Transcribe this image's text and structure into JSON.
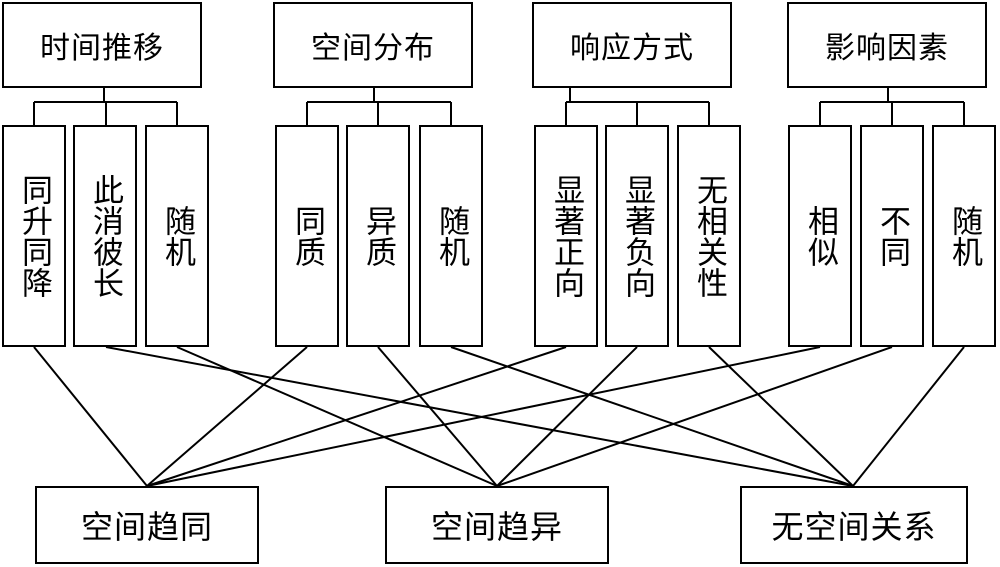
{
  "categories": [
    {
      "title": "时间推移",
      "items": [
        "同升同降",
        "此消彼长",
        "随机"
      ]
    },
    {
      "title": "空间分布",
      "items": [
        "同质",
        "异质",
        "随机"
      ]
    },
    {
      "title": "响应方式",
      "items": [
        "显著正向",
        "显著负向",
        "无相关性"
      ]
    },
    {
      "title": "影响因素",
      "items": [
        "相似",
        "不同",
        "随机"
      ]
    }
  ],
  "outcomes": [
    "空间趋同",
    "空间趋异",
    "无空间关系"
  ],
  "links": [
    {
      "from": 0,
      "to": 0
    },
    {
      "from": 0,
      "to": 1
    },
    {
      "from": 0,
      "to": 2
    },
    {
      "from": 1,
      "to": 0
    },
    {
      "from": 1,
      "to": 1
    },
    {
      "from": 1,
      "to": 2
    },
    {
      "from": 2,
      "to": 0
    },
    {
      "from": 2,
      "to": 1
    },
    {
      "from": 2,
      "to": 2
    },
    {
      "from": 3,
      "to": 0
    },
    {
      "from": 3,
      "to": 1
    },
    {
      "from": 3,
      "to": 2
    }
  ]
}
